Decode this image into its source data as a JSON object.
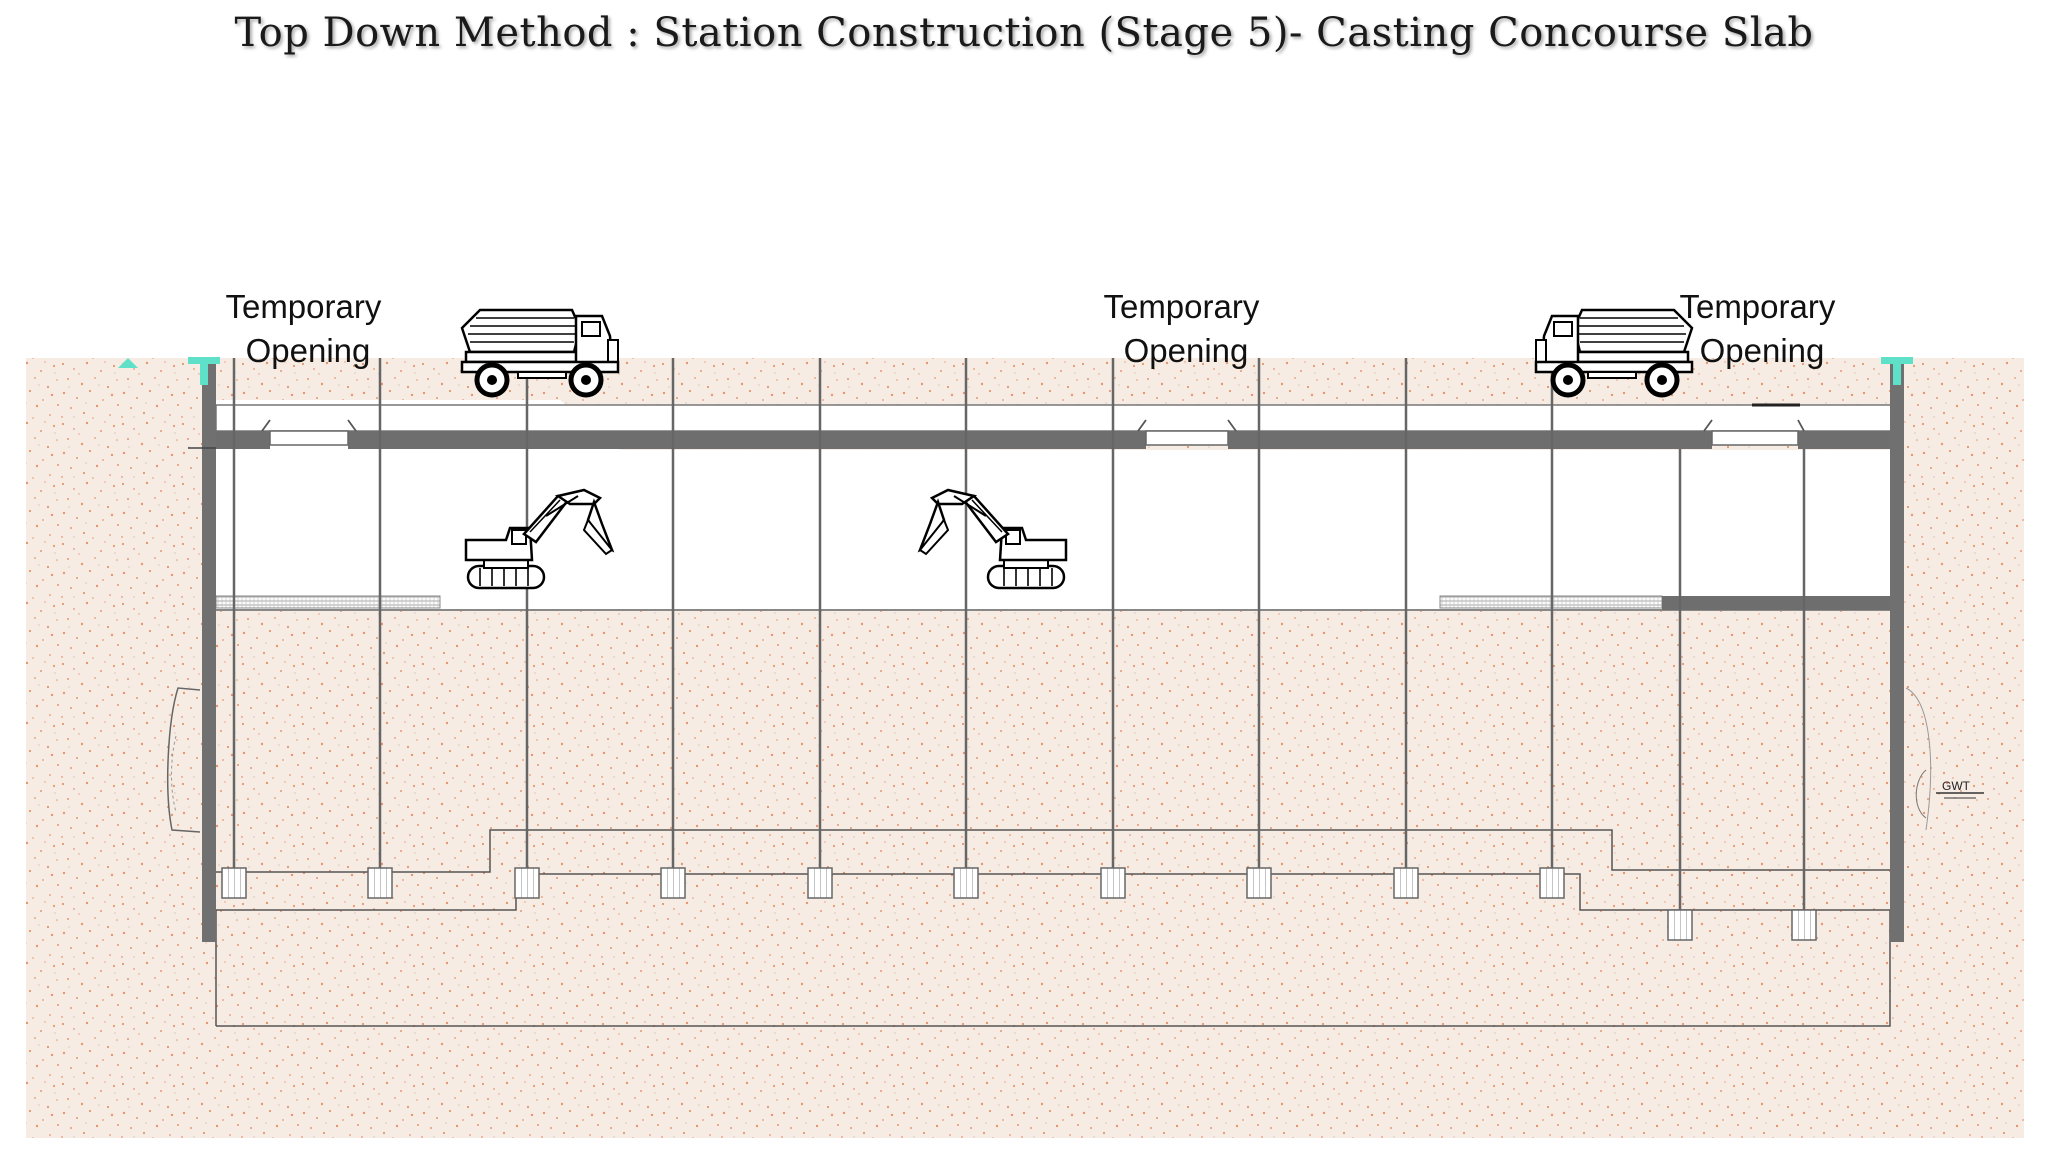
{
  "title": "Top Down Method : Station Construction (Stage 5)-  Casting Concourse Slab",
  "labels": {
    "opening_left": [
      "Temporary",
      "Opening"
    ],
    "opening_mid": [
      "Temporary",
      "Opening"
    ],
    "opening_right": [
      "Temporary",
      "Opening"
    ],
    "gwt": "GWT"
  },
  "colors": {
    "soil_base": "#f7ece3",
    "soil_speckle": "#e2875a",
    "slab": "#6e6e6e",
    "wall": "#707070",
    "ground_marker": "#5fe0c8",
    "line": "#555555"
  },
  "icons": [
    "dump-truck-icon",
    "excavator-icon",
    "ground-marker-icon",
    "gwt-marker-icon"
  ]
}
